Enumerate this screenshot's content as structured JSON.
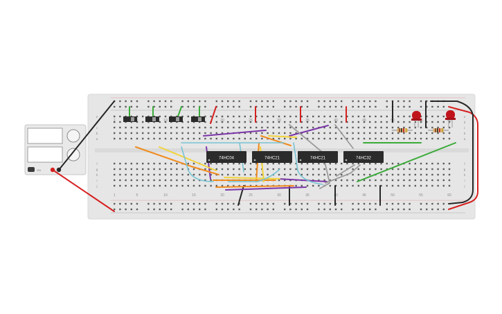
{
  "canvas": {
    "background": "#ffffff"
  },
  "breadboard": {
    "color": "#e6e6e6",
    "column_numbers": [
      "1",
      "5",
      "10",
      "15",
      "20",
      "25",
      "30",
      "35",
      "40",
      "45",
      "50",
      "55",
      "60"
    ],
    "row_letters_top": [
      "a",
      "b",
      "c",
      "d",
      "e"
    ],
    "row_letters_bottom": [
      "f",
      "g",
      "h",
      "i",
      "j"
    ]
  },
  "power_supply": {
    "on_label": "ON"
  },
  "chips": [
    {
      "label": "74HC04"
    },
    {
      "label": "74HC21"
    },
    {
      "label": "74HC21"
    },
    {
      "label": "74HC32"
    }
  ],
  "colors": {
    "wire_red": "#d62020",
    "wire_black": "#262626",
    "wire_green": "#3aab3a",
    "wire_purple": "#7b35a8",
    "wire_orange": "#f08a1c",
    "wire_yellow": "#f2d33a",
    "wire_cyan": "#76c3d3",
    "wire_gray": "#9c9c9c",
    "led_red": "#c0141c",
    "chip_body": "#2b2b2b"
  }
}
